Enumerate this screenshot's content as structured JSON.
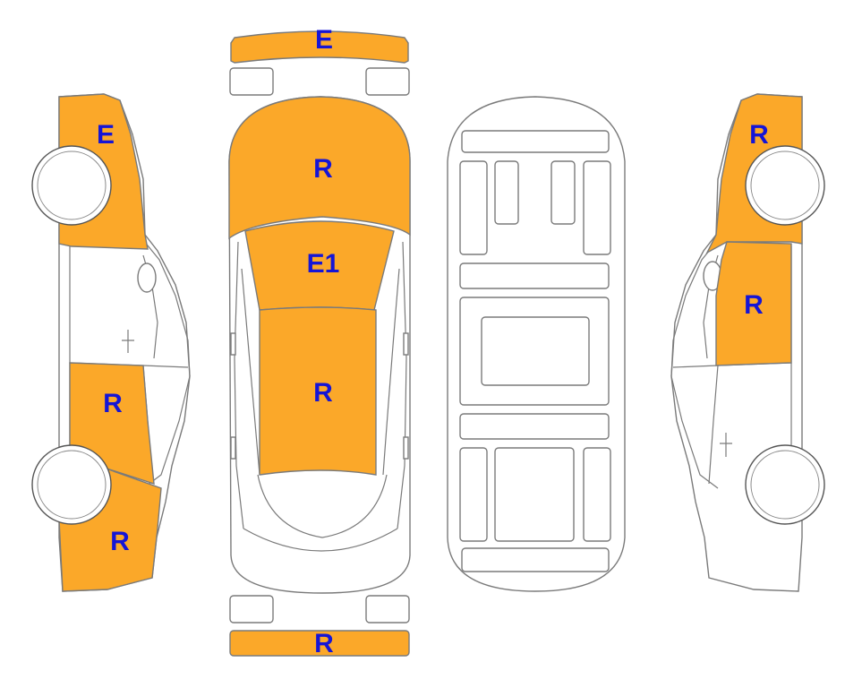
{
  "colors": {
    "damaged": "#FBA829",
    "label": "#1515D6",
    "outline": "#7A7A7A"
  },
  "labels": {
    "front_bumper": "E",
    "hood": "R",
    "windshield": "E1",
    "roof": "R",
    "rear_bumper": "R",
    "left_front_fender": "E",
    "left_rear_door": "R",
    "left_rear_quarter": "R",
    "right_front_fender": "R",
    "right_front_door": "R"
  }
}
